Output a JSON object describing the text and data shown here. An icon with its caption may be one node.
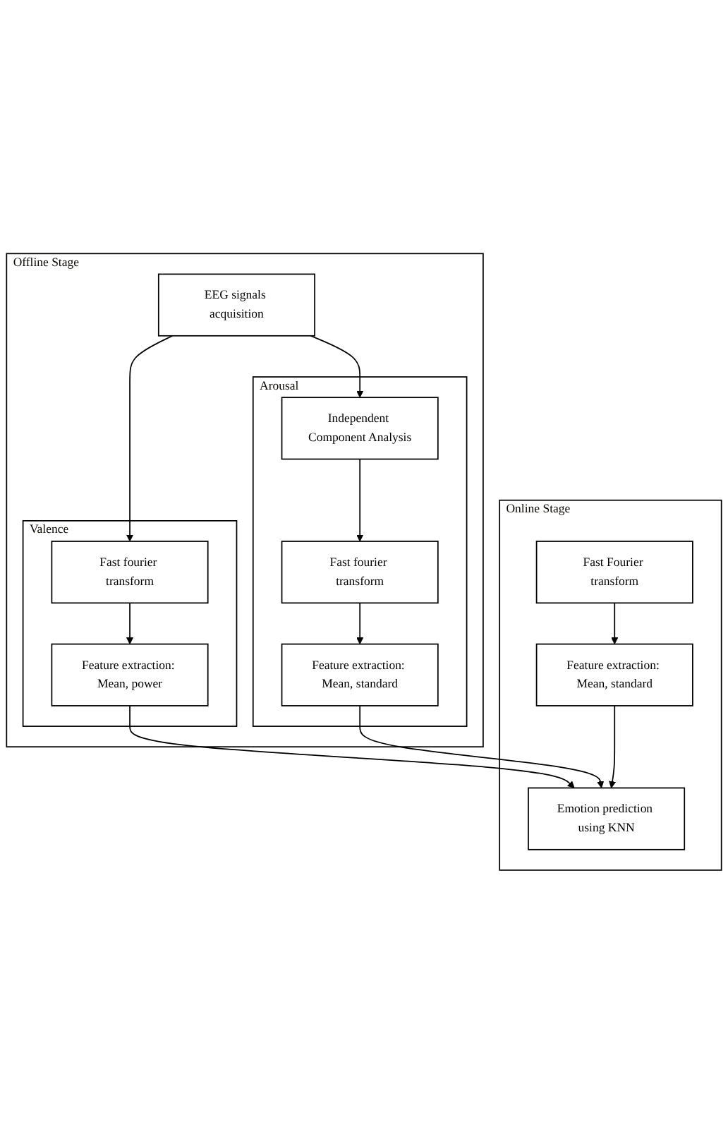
{
  "diagram": {
    "nodes": [
      {
        "text": [
          "Offline Stage"
        ]
      },
      {
        "text": [
          "EEG signals acquisition"
        ],
        "in": 0
      },
      {
        "text": [
          "Valence"
        ],
        "in": 0
      },
      {
        "text": [
          "Fast fourier transform"
        ],
        "in": 2
      },
      {
        "text": [
          "Feature extraction: Mean, power"
        ],
        "in": 2
      },
      {
        "text": [
          "Arousal"
        ],
        "in": 0
      },
      {
        "text": [
          "Independent Component Analysis"
        ],
        "in": 5
      },
      {
        "text": [
          "Fast fourier transform"
        ],
        "in": 5
      },
      {
        "text": [
          "Feature extraction: Mean, standard"
        ],
        "in": 5
      },
      {
        "text": [
          "Online Stage"
        ]
      },
      {
        "text": [
          "Emotion prediction using KNN"
        ],
        "in": 9
      },
      {
        "text": [
          "Fast Fourier transform"
        ],
        "in": 9
      },
      {
        "text": [
          "Feature extraction: Mean, standard"
        ],
        "in": 9
      }
    ],
    "edges": [
      {
        "from": 1,
        "to": 3,
        "arrow": "to"
      },
      {
        "from": 1,
        "to": 6,
        "arrow": "to"
      },
      {
        "from": 3,
        "to": 4,
        "arrow": "to"
      },
      {
        "from": 6,
        "to": 7,
        "arrow": "to"
      },
      {
        "from": 7,
        "to": 8,
        "arrow": "to"
      },
      {
        "from": 4,
        "to": 10,
        "arrow": "to"
      },
      {
        "from": 8,
        "to": 10,
        "arrow": "to"
      },
      {
        "from": 11,
        "to": 12,
        "arrow": "to"
      },
      {
        "from": 12,
        "to": 10,
        "arrow": "to"
      }
    ]
  }
}
